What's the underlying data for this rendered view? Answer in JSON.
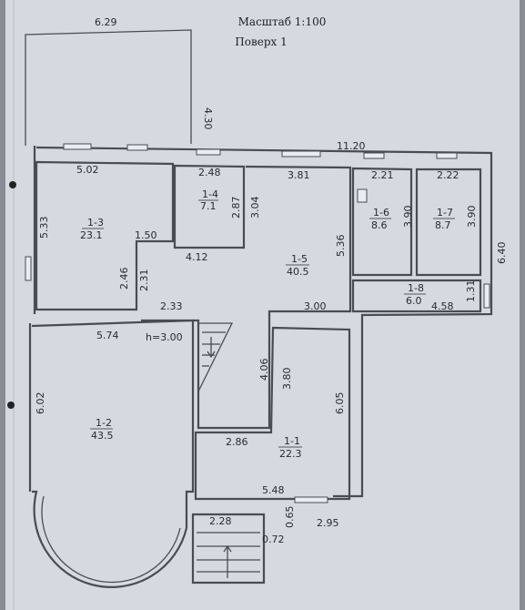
{
  "header": {
    "scale": "Масштаб 1:100",
    "floor": "Поверх 1"
  },
  "dimensions": {
    "top_width": "6.29",
    "top_height": "4.30",
    "total_width": "11.20",
    "room13_width": "5.02",
    "room14_width": "2.48",
    "room15_width": "3.81",
    "room16_width": "2.21",
    "room17_width": "2.22",
    "room13_height": "5.33",
    "room14_height": "2.87",
    "room15_left_height": "3.04",
    "room15_right_height": "5.36",
    "room16_height": "3.90",
    "room17_height": "3.90",
    "total_height": "6.40",
    "notch_width": "1.50",
    "notch_height": "2.46",
    "hall_top": "4.12",
    "hall_left": "2.31",
    "step_width": "2.33",
    "stair_width": "3.00",
    "room18_width": "4.58",
    "room18_height": "1.31",
    "room12_width": "5.74",
    "ceiling": "h=3.00",
    "stair_height": "4.06",
    "room11_left": "3.80",
    "room11_right": "6.05",
    "room12_height": "6.02",
    "room11_width": "2.86",
    "room11_bottom": "5.48",
    "porch_width": "2.28",
    "porch_depth": "0.65",
    "porch_step": "0.72",
    "bottom_width": "2.95"
  },
  "rooms": [
    {
      "id": "1-1",
      "area": "22.3"
    },
    {
      "id": "1-2",
      "area": "43.5"
    },
    {
      "id": "1-3",
      "area": "23.1"
    },
    {
      "id": "1-4",
      "area": "7.1"
    },
    {
      "id": "1-5",
      "area": "40.5"
    },
    {
      "id": "1-6",
      "area": "8.6"
    },
    {
      "id": "1-7",
      "area": "8.7"
    },
    {
      "id": "1-8",
      "area": "6.0"
    }
  ]
}
